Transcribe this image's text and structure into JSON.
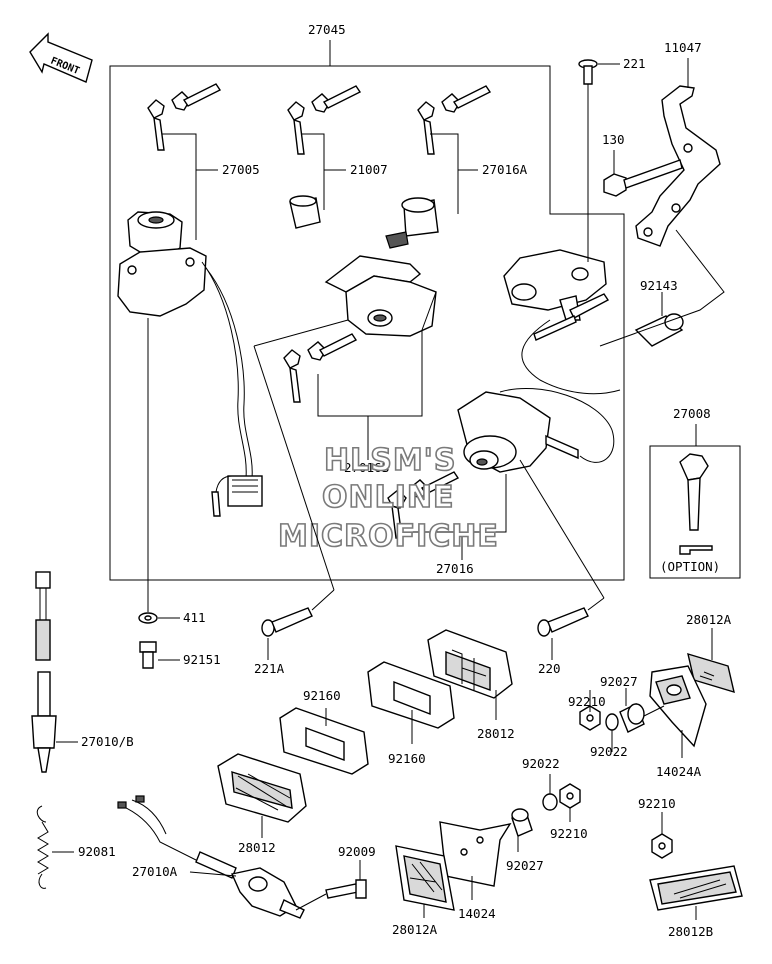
{
  "diagram": {
    "front_label": "FRONT",
    "watermark": [
      "HLSM'S",
      "ONLINE",
      "MICROFICHE"
    ],
    "option_label": "(OPTION)",
    "parts": {
      "p27045": "27045",
      "p221": "221",
      "p11047": "11047",
      "p130": "130",
      "p27005": "27005",
      "p21007": "21007",
      "p27016A": "27016A",
      "p92143": "92143",
      "p27008": "27008",
      "p27016B": "27016B",
      "p27016": "27016",
      "p411": "411",
      "p92151": "92151",
      "p221A": "221A",
      "p220": "220",
      "p28012A_top": "28012A",
      "p92160_a": "92160",
      "p92160_b": "92160",
      "p28012_a": "28012",
      "p28012_b": "28012",
      "p92027_a": "92027",
      "p92210_a": "92210",
      "p92022_a": "92022",
      "p14024A": "14024A",
      "p27010B": "27010/B",
      "p92022_b": "92022",
      "p92210_b": "92210",
      "p92210_c": "92210",
      "p92081": "92081",
      "p92009": "92009",
      "p27010A": "27010A",
      "p92027_b": "92027",
      "p14024": "14024",
      "p28012A_bot": "28012A",
      "p28012B": "28012B"
    }
  }
}
